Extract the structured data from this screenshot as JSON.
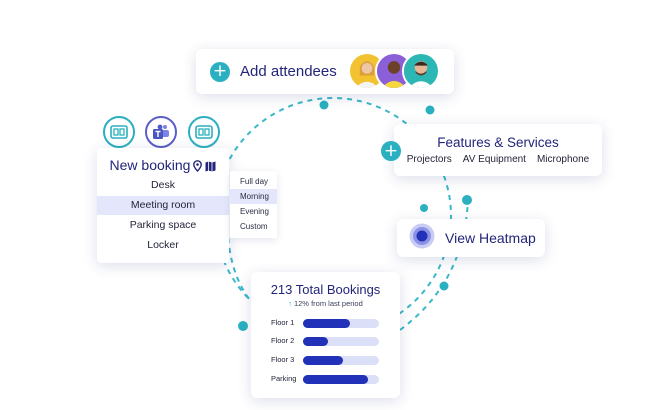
{
  "attendees": {
    "label": "Add attendees",
    "plus_icon": "plus-icon"
  },
  "integrations": [
    {
      "name": "room-display-icon"
    },
    {
      "name": "teams-icon"
    },
    {
      "name": "room-display-icon"
    }
  ],
  "booking": {
    "title": "New booking",
    "items": [
      {
        "label": "Desk",
        "active": false
      },
      {
        "label": "Meeting room",
        "active": true
      },
      {
        "label": "Parking space",
        "active": false
      },
      {
        "label": "Locker",
        "active": false
      }
    ]
  },
  "time_menu": {
    "items": [
      {
        "label": "Full day",
        "active": false
      },
      {
        "label": "Morning",
        "active": true
      },
      {
        "label": "Evening",
        "active": false
      },
      {
        "label": "Custom",
        "active": false
      }
    ]
  },
  "features": {
    "title": "Features & Services",
    "items": [
      "Projectors",
      "AV Equipment",
      "Microphone"
    ]
  },
  "heatmap": {
    "label": "View Heatmap"
  },
  "bookings": {
    "title": "213 Total Bookings",
    "subtitle": "12% from last period",
    "floors": [
      {
        "label": "Floor 1",
        "fraction": 0.62
      },
      {
        "label": "Floor 2",
        "fraction": 0.33
      },
      {
        "label": "Floor 3",
        "fraction": 0.52
      },
      {
        "label": "Parking",
        "fraction": 0.85
      }
    ]
  },
  "colors": {
    "accent_teal": "#2ab0c0",
    "navy": "#23257a",
    "bar_blue": "#2232b8",
    "highlight": "#e4e7fb"
  }
}
